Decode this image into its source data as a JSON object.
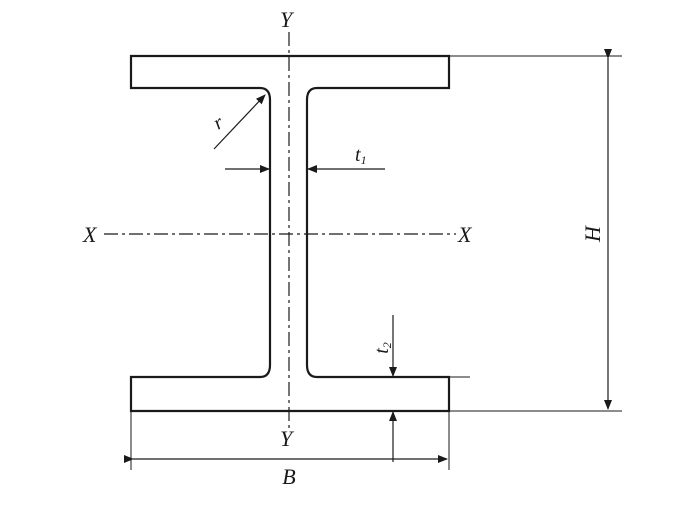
{
  "diagram": {
    "labels": {
      "y_top": "Y",
      "y_bottom": "Y",
      "x_left": "X",
      "x_right": "X",
      "height": "H",
      "width": "B",
      "radius": "r",
      "web_thickness": "t",
      "web_thickness_sub": "1",
      "flange_thickness": "t",
      "flange_thickness_sub": "2"
    }
  }
}
